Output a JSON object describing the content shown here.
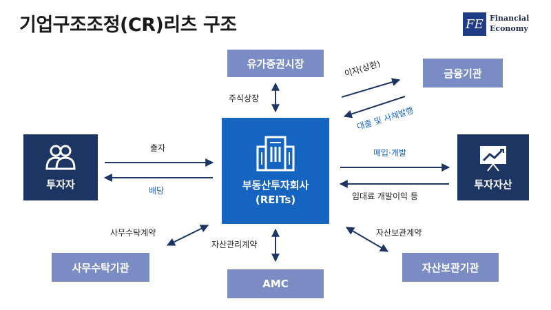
{
  "title": "기업구조조정(CR)리츠 구조",
  "logo": {
    "mark": "FE",
    "line1": "Financial",
    "line2": "Economy"
  },
  "nodes": {
    "securities_market": "유가증권시장",
    "financial_institution": "금융기관",
    "investor": "투자자",
    "reits_line1": "부동산투자회사",
    "reits_line2": "(REITs)",
    "investment_asset": "투자자산",
    "trust_institution": "사무수탁기관",
    "amc": "AMC",
    "custody_institution": "자산보관기관"
  },
  "labels": {
    "stock_listing": "주식상장",
    "interest_repay": "이자(상환)",
    "loan_bond": "대출 및 사채발행",
    "investment": "출자",
    "dividend": "배당",
    "purchase_dev": "매입·개발",
    "rent_profit": "임대료 개발이익 등",
    "trust_contract": "사무수탁계약",
    "asset_mgmt_contract": "자산관리계약",
    "custody_contract": "자산보관계약"
  },
  "colors": {
    "light_box": "#7b8cc4",
    "dark_box": "#1c3563",
    "center_box": "#1565c0",
    "arrow": "#1c3563",
    "blue_text": "#1565c0"
  }
}
